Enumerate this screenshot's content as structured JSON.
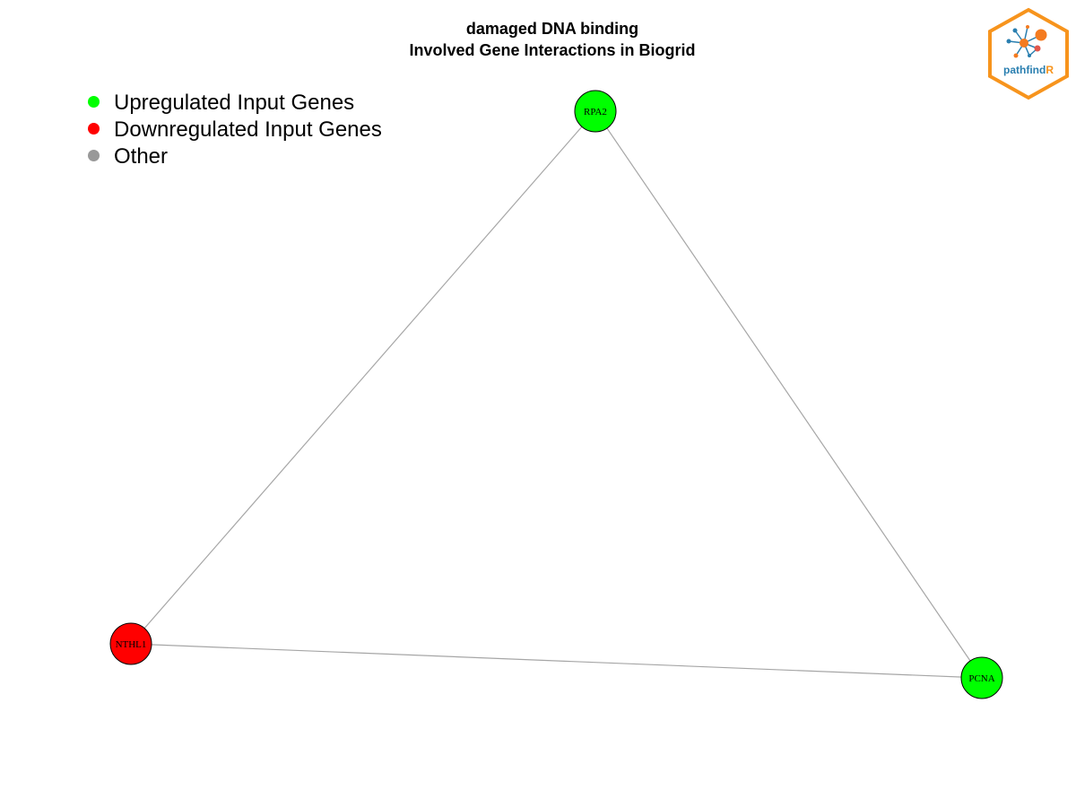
{
  "title": {
    "line1": "damaged DNA binding",
    "line2": "Involved Gene Interactions in Biogrid"
  },
  "legend": [
    {
      "label": "Upregulated Input Genes",
      "color": "#00ff00"
    },
    {
      "label": "Downregulated Input Genes",
      "color": "#ff0000"
    },
    {
      "label": "Other",
      "color": "#999999"
    }
  ],
  "network": {
    "nodes": [
      {
        "id": "RPA2",
        "label": "RPA2",
        "status": "up",
        "color": "#00ff00"
      },
      {
        "id": "NTHL1",
        "label": "NTHL1",
        "status": "down",
        "color": "#ff0000"
      },
      {
        "id": "PCNA",
        "label": "PCNA",
        "status": "up",
        "color": "#00ff00"
      }
    ],
    "edges": [
      {
        "source": "RPA2",
        "target": "NTHL1"
      },
      {
        "source": "RPA2",
        "target": "PCNA"
      },
      {
        "source": "NTHL1",
        "target": "PCNA"
      }
    ],
    "edge_color": "#a6a6a6",
    "node_border_color": "#000000"
  },
  "logo": {
    "text_main": "pathfind",
    "text_accent": "R",
    "hex_color": "#f7941d",
    "text_color": "#2a7fb0"
  }
}
